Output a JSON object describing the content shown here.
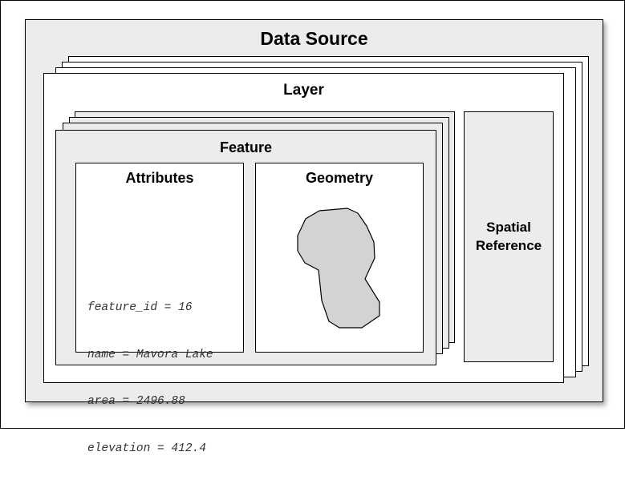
{
  "data_source": {
    "title": "Data Source"
  },
  "layer": {
    "title": "Layer"
  },
  "feature": {
    "title": "Feature"
  },
  "attributes": {
    "title": "Attributes",
    "items": [
      "feature_id = 16",
      "name = Mavora Lake",
      "area = 2496.88",
      "elevation = 412.4"
    ]
  },
  "geometry": {
    "title": "Geometry",
    "shape": "lake-polygon",
    "fill_color": "#d3d3d3"
  },
  "spatial_reference": {
    "line1": "Spatial",
    "line2": "Reference"
  }
}
